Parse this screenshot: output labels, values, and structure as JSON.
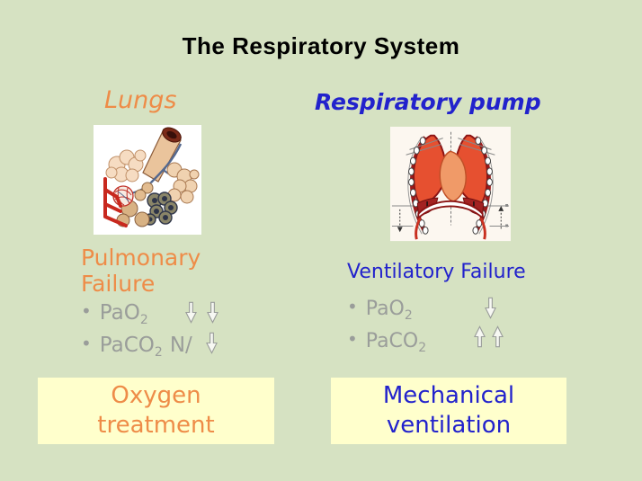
{
  "colors": {
    "background": "#d6e2c2",
    "box_fill": "#ffffcc",
    "orange": "#ee8c48",
    "blue": "#2222cc",
    "bullet_gray": "#9a9d9a",
    "title_black": "#000000"
  },
  "title": "The Respiratory System",
  "left_column": {
    "heading": "Lungs",
    "image_name": "alveoli-capillaries-illustration",
    "failure_line1": "Pulmonary",
    "failure_line2": "Failure",
    "bullet_glyph": "•",
    "bullet1": {
      "label": "PaO",
      "subscript": "2",
      "arrow_icons": [
        "down-arrow",
        "down-arrow"
      ]
    },
    "bullet2": {
      "label": "PaCO",
      "subscript": "2",
      "suffix": "N/",
      "arrow_icons": [
        "down-arrow"
      ]
    },
    "box": {
      "line1": "Oxygen",
      "line2": "treatment"
    }
  },
  "right_column": {
    "heading": "Respiratory pump",
    "image_name": "ribcage-diaphragm-illustration",
    "failure_heading": "Ventilatory Failure",
    "bullet_glyph": "•",
    "bullet1": {
      "label": "PaO",
      "subscript": "2",
      "arrow_icons": [
        "down-arrow"
      ]
    },
    "bullet2": {
      "label": "PaCO",
      "subscript": "2",
      "arrow_icons": [
        "up-arrow",
        "up-arrow"
      ]
    },
    "box": {
      "line1": "Mechanical",
      "line2": "ventilation"
    }
  }
}
